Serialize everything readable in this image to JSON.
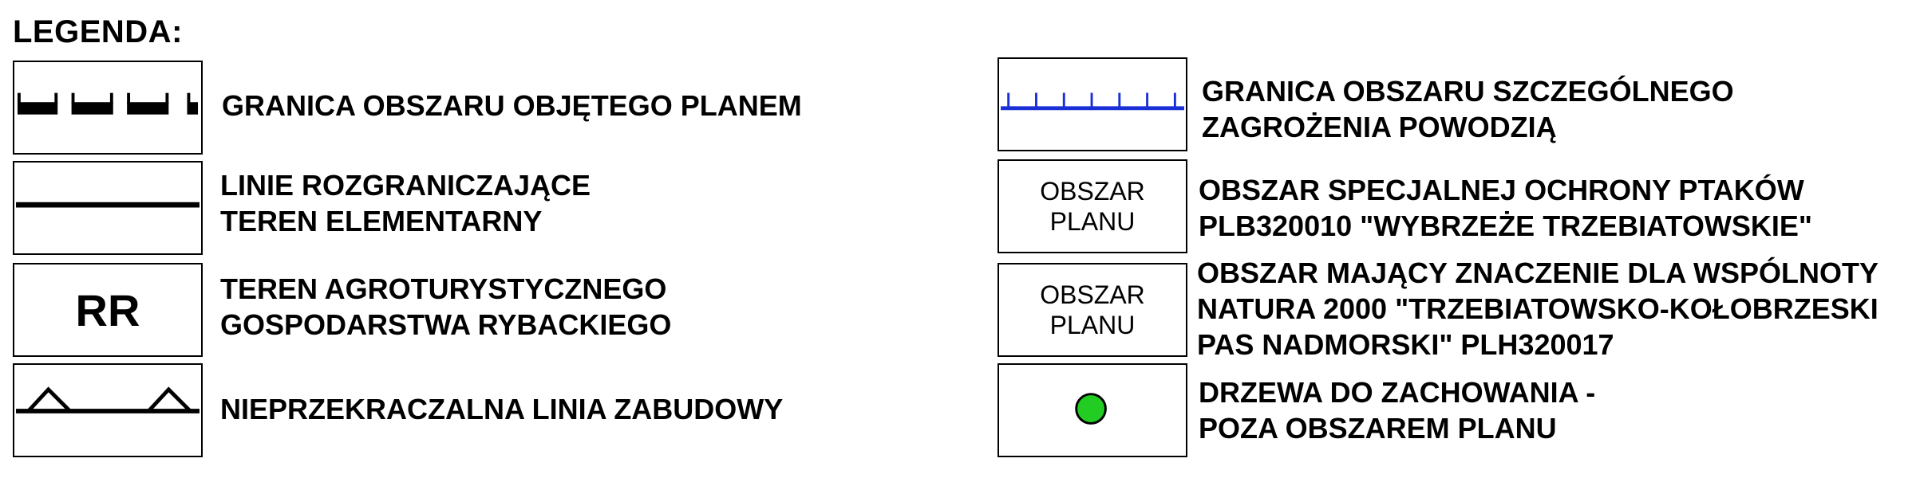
{
  "legend": {
    "title": "LEGENDA:",
    "items": [
      {
        "symbol": "dashed-boundary-line",
        "lines": [
          "GRANICA OBSZARU OBJĘTEGO PLANEM"
        ]
      },
      {
        "symbol": "solid-line",
        "lines": [
          "LINIE ROZGRANICZAJĄCE",
          "TEREN ELEMENTARNY"
        ]
      },
      {
        "symbol_text": "RR",
        "lines": [
          "TEREN AGROTURYSTYCZNEGO",
          "GOSPODARSTWA RYBACKIEGO"
        ]
      },
      {
        "symbol": "triangle-building-line",
        "lines": [
          "NIEPRZEKRACZALNA LINIA ZABUDOWY"
        ]
      },
      {
        "symbol": "blue-ticked-line",
        "color": "#1a2fd6",
        "lines": [
          "GRANICA OBSZARU SZCZEGÓLNEGO",
          "ZAGROŻENIA POWODZIĄ"
        ]
      },
      {
        "symbol_lines": [
          "OBSZAR",
          "PLANU"
        ],
        "lines": [
          "OBSZAR SPECJALNEJ OCHRONY PTAKÓW",
          "PLB320010 \"WYBRZEŻE TRZEBIATOWSKIE\""
        ]
      },
      {
        "symbol_lines": [
          "OBSZAR",
          "PLANU"
        ],
        "lines": [
          "OBSZAR MAJĄCY ZNACZENIE DLA WSPÓLNOTY",
          "NATURA 2000 \"TRZEBIATOWSKO-KOŁOBRZESKI",
          "PAS NADMORSKI\" PLH320017"
        ]
      },
      {
        "symbol": "green-dot",
        "color": "#22cc22",
        "lines": [
          "DRZEWA DO ZACHOWANIA -",
          "POZA OBSZAREM PLANU"
        ]
      }
    ]
  }
}
